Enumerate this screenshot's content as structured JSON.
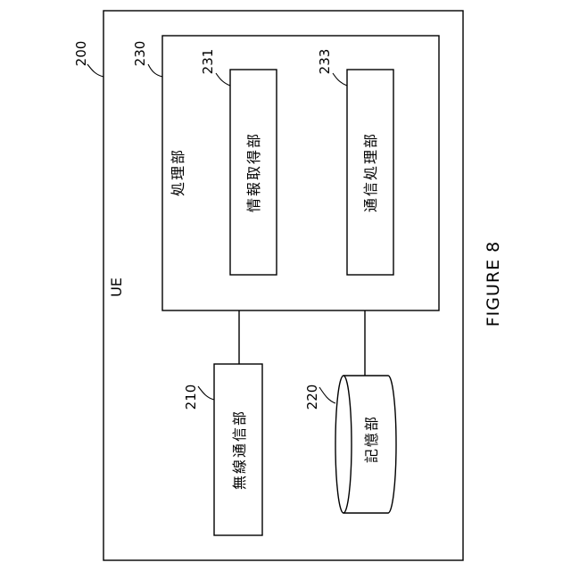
{
  "figure": {
    "caption": "FIGURE 8"
  },
  "ue": {
    "ref": "200",
    "label": "UE"
  },
  "processing_unit": {
    "ref": "230",
    "label": "処理部"
  },
  "info_acquisition_unit": {
    "ref": "231",
    "label": "情報取得部"
  },
  "communication_processing_unit": {
    "ref": "233",
    "label": "通信処理部"
  },
  "wireless_communication_unit": {
    "ref": "210",
    "label": "無線通信部"
  },
  "storage_unit": {
    "ref": "220",
    "label": "記憶部"
  }
}
